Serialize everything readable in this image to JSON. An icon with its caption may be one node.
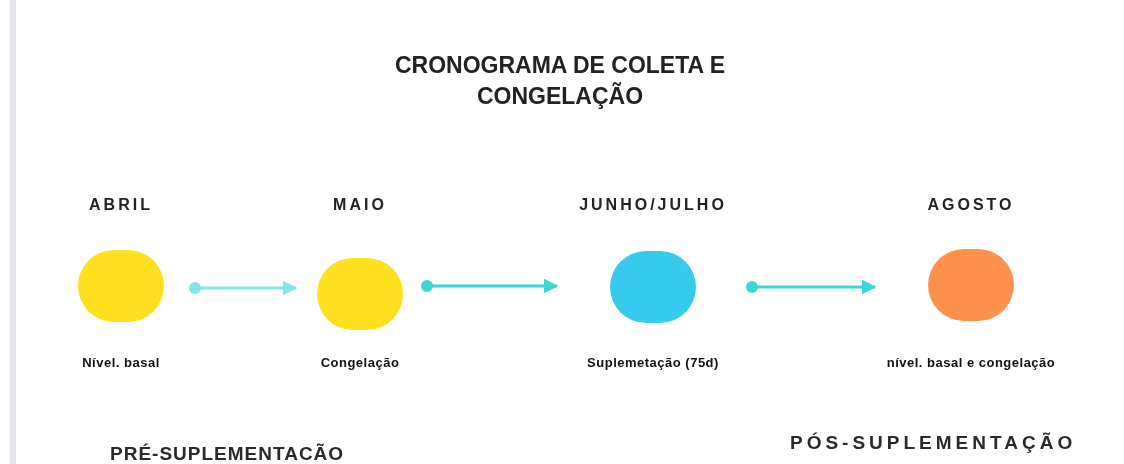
{
  "diagram": {
    "title": "CRONOGRAMA DE COLETA E CONGELAÇÃO",
    "nodes": [
      {
        "text": [
          "ABRIL"
        ],
        "beside": [
          "Nível. basal"
        ]
      },
      {
        "text": [
          "MAIO"
        ],
        "beside": [
          "Congelação"
        ]
      },
      {
        "text": [
          "JUNHO/JULHO"
        ],
        "beside": [
          "Suplemetação (75d)"
        ]
      },
      {
        "text": [
          "AGOSTO"
        ],
        "beside": [
          "nível. basal e congelação"
        ]
      }
    ],
    "edges": [
      {
        "from": 0,
        "to": 1,
        "arrow": "to",
        "color": "#80e8e6"
      },
      {
        "from": 1,
        "to": 2,
        "arrow": "to"
      },
      {
        "from": 2,
        "to": 3,
        "arrow": "to"
      }
    ],
    "labels": [
      "PRÉ-SUPLEMENTACÃO",
      "PÓS-SUPLEMENTAÇÃO"
    ]
  }
}
